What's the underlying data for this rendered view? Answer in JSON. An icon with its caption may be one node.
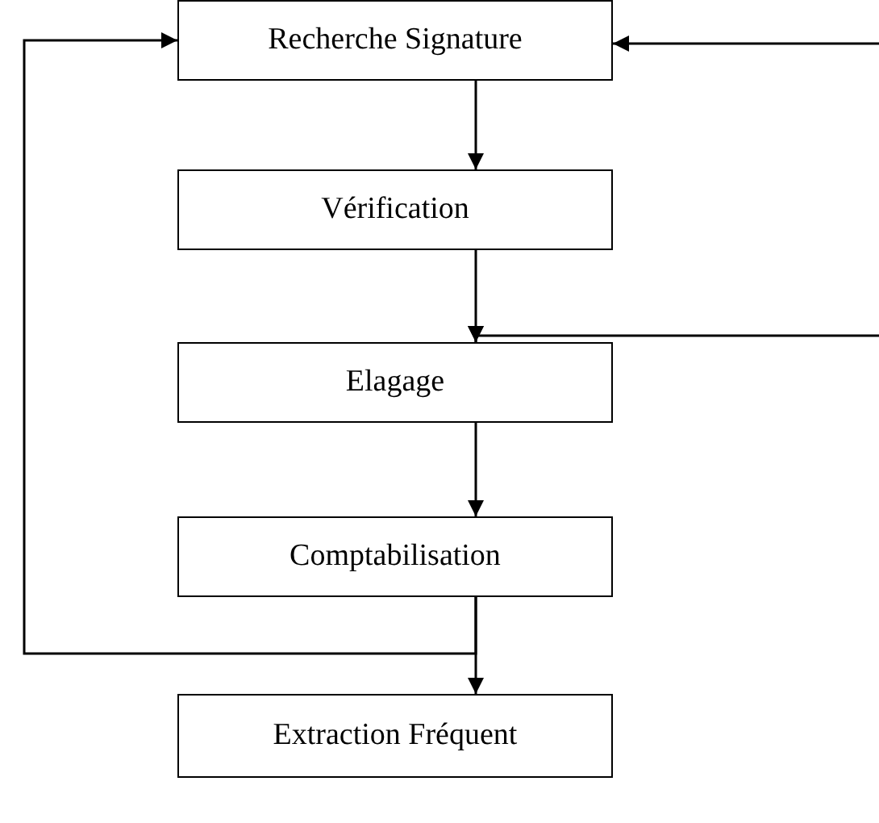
{
  "diagram": {
    "nodes": [
      {
        "text": [
          "Recherche Signature"
        ]
      },
      {
        "text": [
          "Vérification"
        ]
      },
      {
        "text": [
          "Elagage"
        ]
      },
      {
        "text": [
          "Comptabilisation"
        ]
      },
      {
        "text": [
          "Extraction Fréquent"
        ]
      }
    ],
    "edges": [
      {
        "from": 0,
        "to": 1,
        "arrow": "to"
      },
      {
        "from": 1,
        "to": 2,
        "arrow": "to"
      },
      {
        "from": null,
        "to": 2,
        "arrow": "to"
      },
      {
        "from": null,
        "to": 0,
        "arrow": "to"
      },
      {
        "from": 2,
        "to": 3,
        "arrow": "to"
      },
      {
        "from": 3,
        "to": 4,
        "arrow": "to"
      },
      {
        "from": 3,
        "to": 0,
        "arrow": "to"
      }
    ]
  }
}
